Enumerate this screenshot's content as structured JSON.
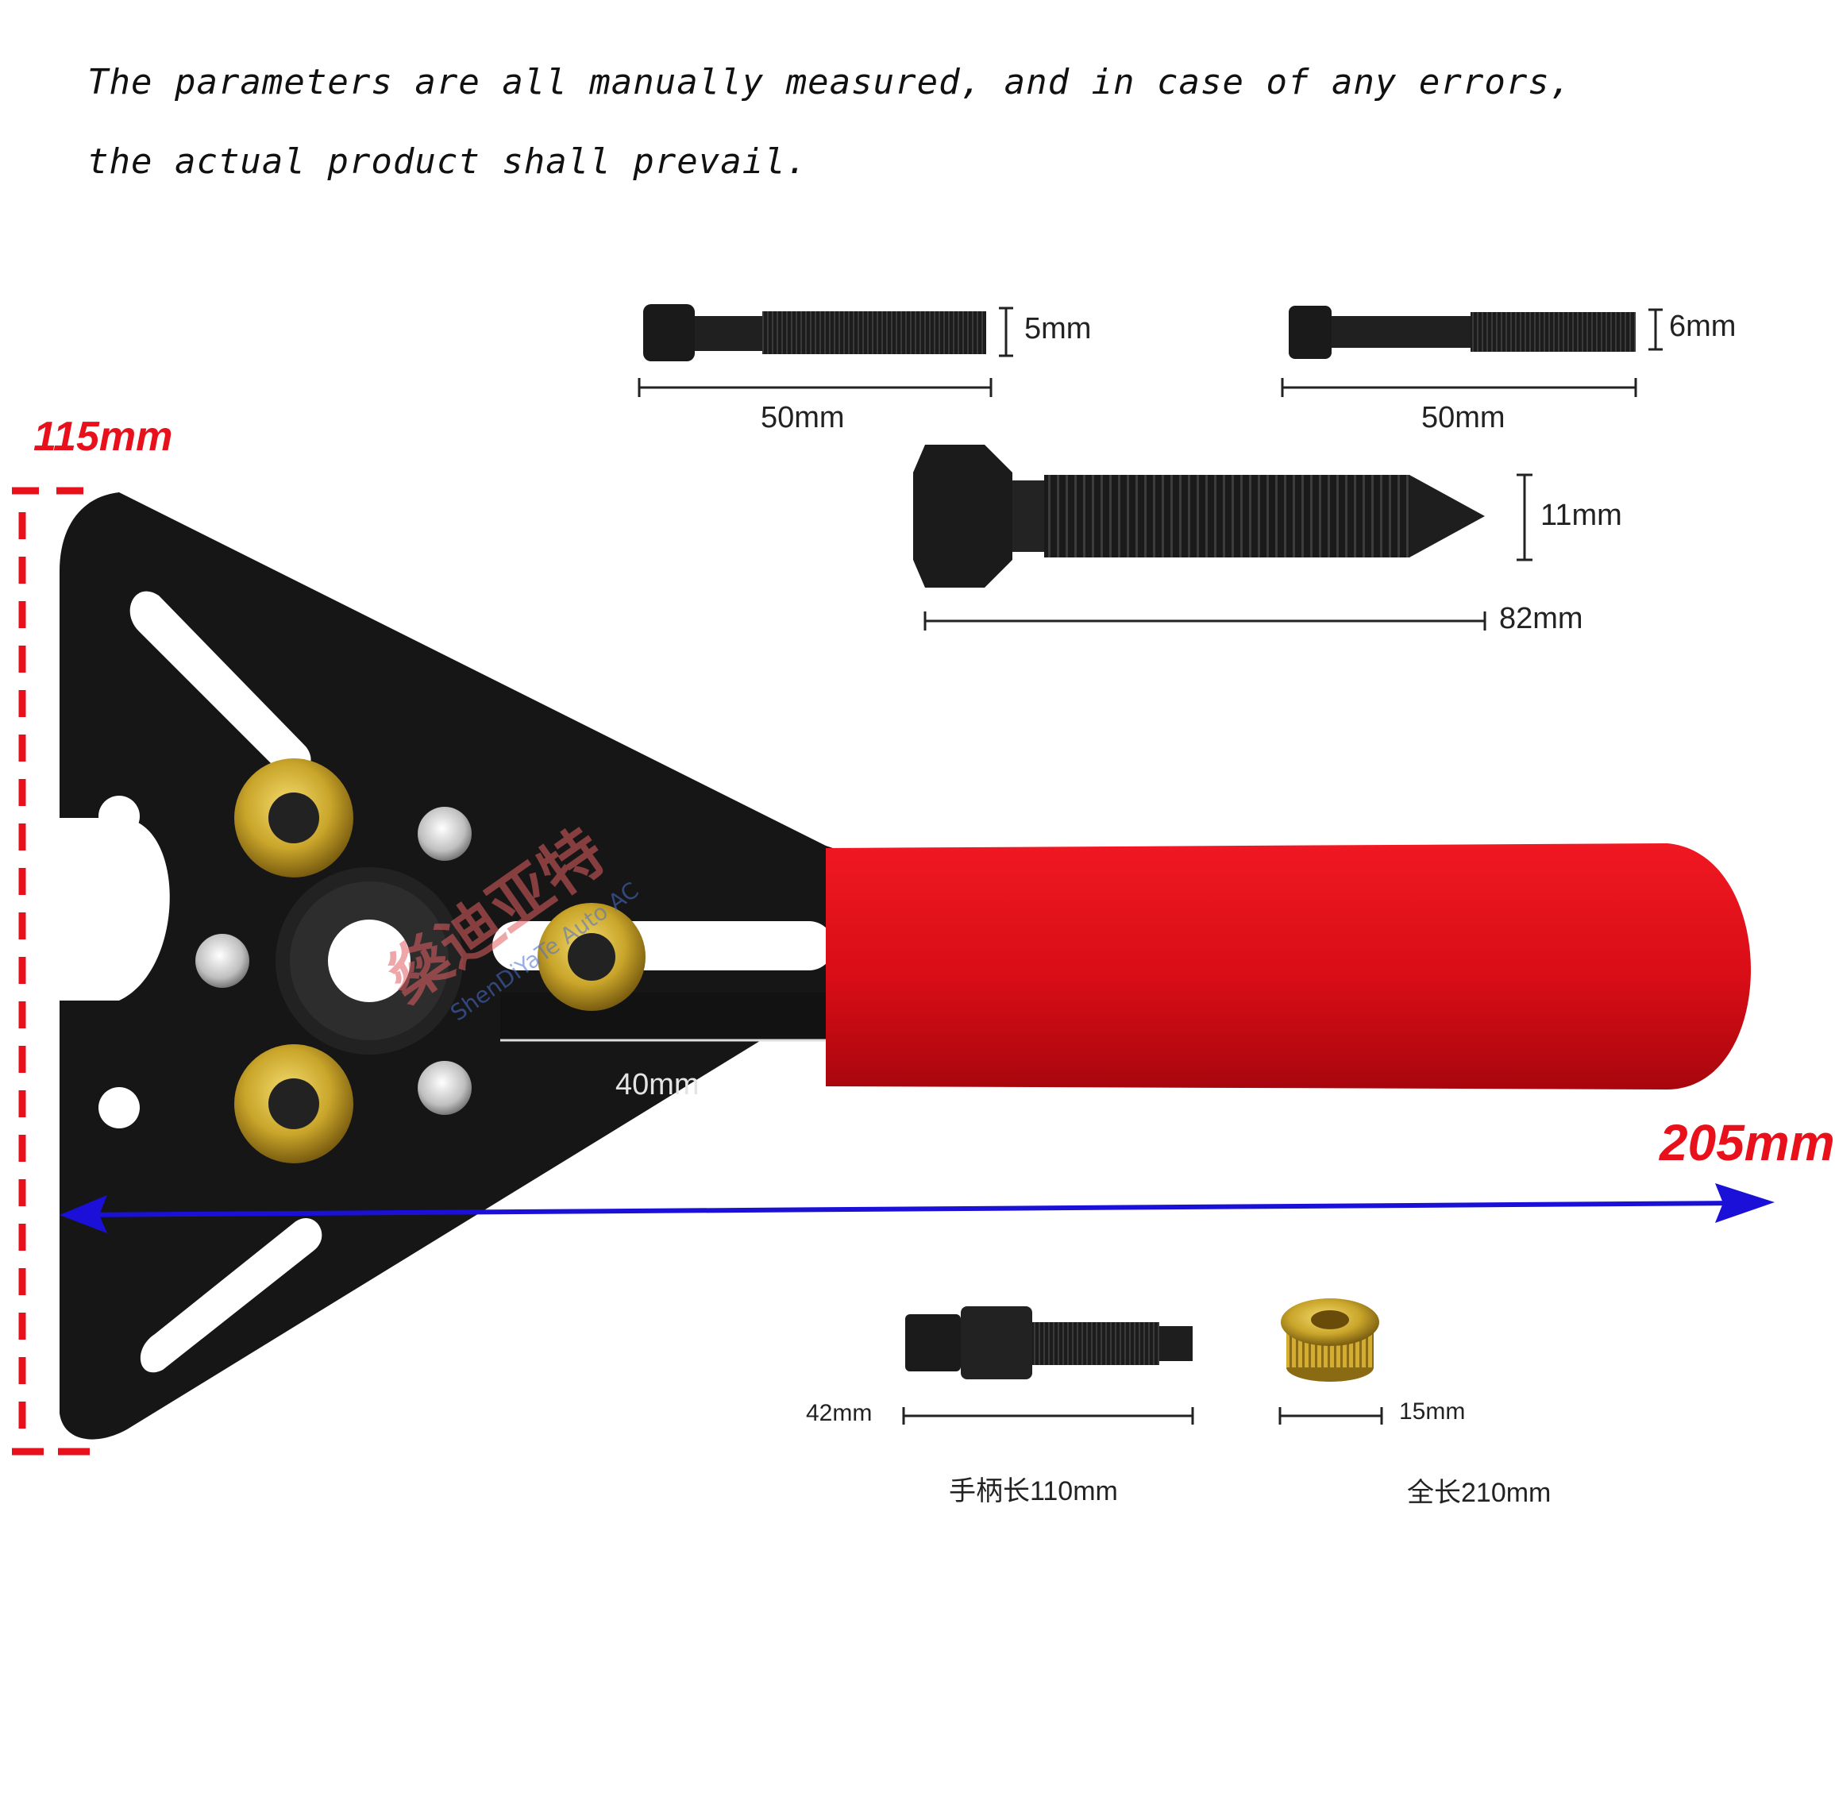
{
  "notice": {
    "line1": "The parameters are all manually measured, and in case of any errors,",
    "line2": "the actual product shall prevail."
  },
  "dimensions": {
    "height": "115mm",
    "length": "205mm",
    "slot": "40mm",
    "bolt1_diameter": "5mm",
    "bolt1_length": "50mm",
    "bolt2_diameter": "6mm",
    "bolt2_length": "50mm",
    "center_bolt_diameter": "11mm",
    "center_bolt_length": "82mm",
    "pin_length": "42mm",
    "nut_size": "15mm",
    "handle_length": "手柄长110mm",
    "total_length": "全长210mm"
  },
  "watermark": {
    "chinese": "燊迪亚特",
    "english": "ShenDiYaTe Auto AC"
  },
  "colors": {
    "handle": "#e3101a",
    "plate": "#151515",
    "brass": "#c9a52a",
    "dim_red": "#e8101a",
    "arrow_blue": "#1a10d8"
  }
}
